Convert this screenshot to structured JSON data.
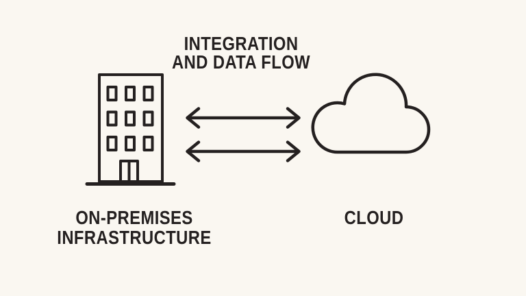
{
  "colors": {
    "bg": "#faf7f1",
    "ink": "#242020"
  },
  "title": {
    "line1": "INTEGRATION",
    "line2": "AND DATA FLOW"
  },
  "nodes": {
    "on_premises": {
      "icon": "building-icon",
      "label_line1": "ON-PREMISES",
      "label_line2": "INFRASTRUCTURE"
    },
    "cloud": {
      "icon": "cloud-icon",
      "label": "CLOUD"
    }
  },
  "connections": [
    {
      "type": "double-headed-arrow",
      "from": "on_premises",
      "to": "cloud"
    },
    {
      "type": "double-headed-arrow",
      "from": "on_premises",
      "to": "cloud"
    }
  ]
}
